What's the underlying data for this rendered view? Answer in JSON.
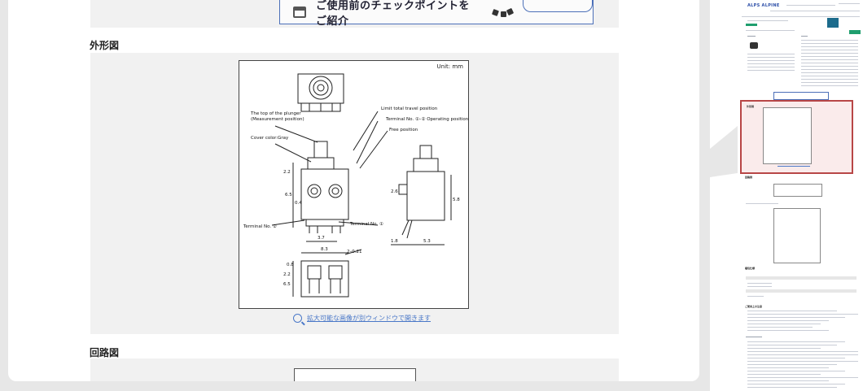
{
  "zoom_panel": {
    "banner_text": "ご使用前のチェックポイントをご紹介",
    "outline_title": "外形図",
    "unit_label": "Unit: mm",
    "drawing_labels": {
      "plunger_top": "The top of the plunger",
      "measurement_position": "(Measurement position)",
      "cover_color": "Cover color:Gray",
      "limit_total_travel": "Limit total travel position",
      "operating_position": "Terminal No. ①–② Operating position",
      "free_position": "Free position",
      "terminal_2": "Terminal No. ②",
      "terminal_1": "Terminal No. ①",
      "dim_3_7": "3.7",
      "dim_8_3": "8.3",
      "dim_5_3": "5.3",
      "dim_1_8": "1.8",
      "dim_2_2": "2.2",
      "dim_0_4": "0.4",
      "dim_6_5": "6.5",
      "dim_2_6": "2.6",
      "dim_5_8": "5.8",
      "dim_r_2_21": "2–0.21",
      "dim_0_8": "0.8",
      "dim_2_2b": "2.2",
      "dim_6_5b": "6.5"
    },
    "enlarge_link": "拡大可能な画像が別ウィンドウで開きます",
    "circuit_title": "回路図"
  },
  "thumbnail": {
    "logo": "ALPS ALPINE",
    "outline_heading": "外形図",
    "circuit_heading": "回路図",
    "packing_heading": "梱包仕様",
    "notes_heading": "ご使用上の注意"
  },
  "colors": {
    "panel_bg": "#e7e7e7",
    "section_bg": "#f1f1f1",
    "link": "#4a78c8",
    "highlight_border": "#b84646",
    "brand": "#2d4fa8",
    "accent_green": "#1f9e6e"
  }
}
